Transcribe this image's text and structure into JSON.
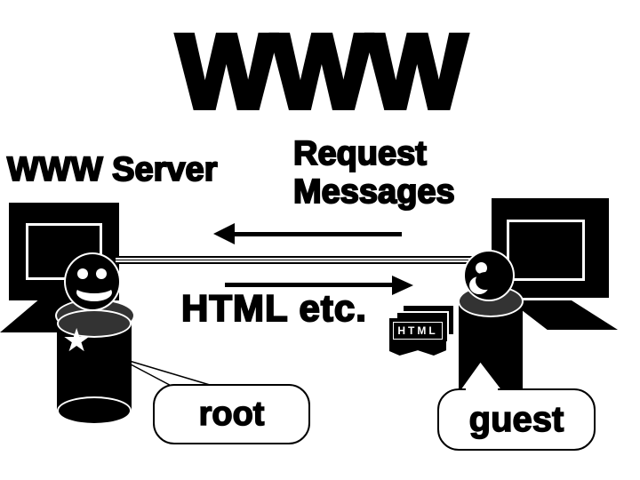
{
  "title": "WWW",
  "labels": {
    "server": "WWW Server",
    "request": "Request Messages",
    "response": "HTML etc."
  },
  "document_icon": {
    "label": "HTML"
  },
  "speech_bubbles": {
    "server_user": "root",
    "client_user": "guest"
  },
  "icons": {
    "star_glyph": "★"
  },
  "colors": {
    "ink": "#000000",
    "paper": "#ffffff",
    "shadow_gray": "#333333"
  }
}
